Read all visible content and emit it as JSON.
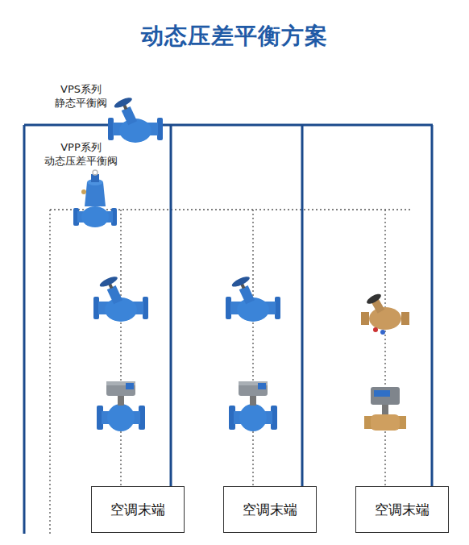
{
  "diagram": {
    "title": "动态压差平衡方案",
    "nodes": [
      {
        "text": [
          "空调末端"
        ]
      },
      {
        "text": [
          "空调末端"
        ]
      },
      {
        "text": [
          "空调末端"
        ]
      }
    ],
    "labels": [
      "VPS系列 静态平衡阀",
      "VPP系列 动态压差平衡阀"
    ]
  }
}
